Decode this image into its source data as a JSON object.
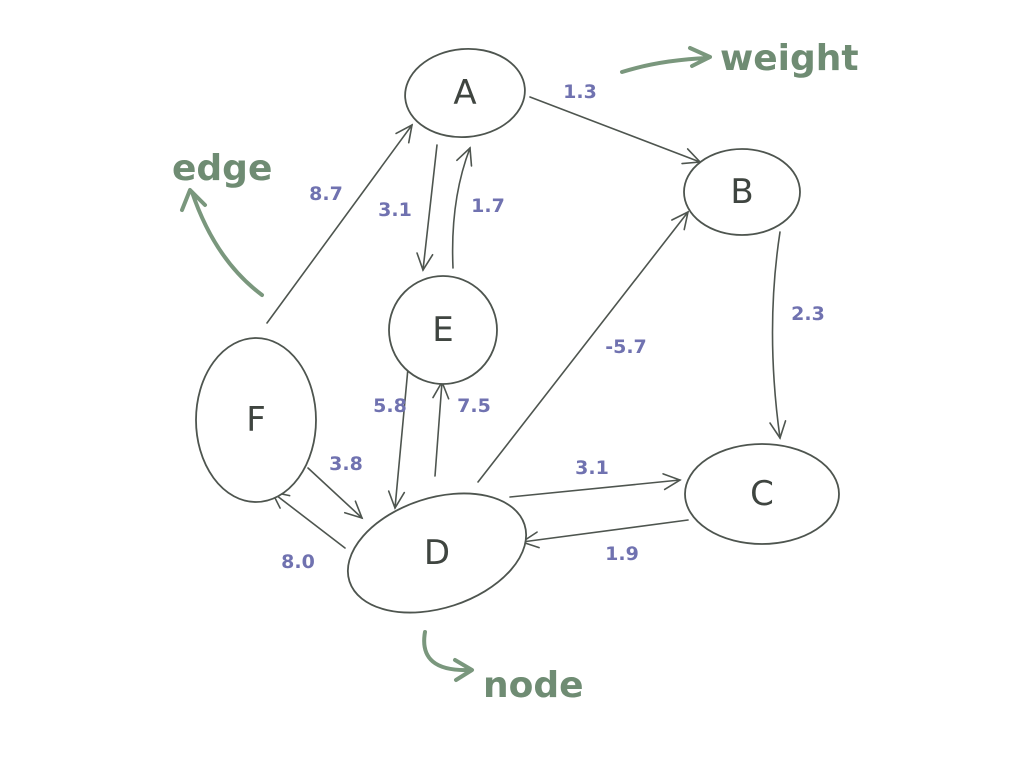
{
  "nodes": [
    {
      "id": "A",
      "label": "A"
    },
    {
      "id": "B",
      "label": "B"
    },
    {
      "id": "C",
      "label": "C"
    },
    {
      "id": "D",
      "label": "D"
    },
    {
      "id": "E",
      "label": "E"
    },
    {
      "id": "F",
      "label": "F"
    }
  ],
  "edges": [
    {
      "from": "A",
      "to": "B",
      "weight": "1.3"
    },
    {
      "from": "B",
      "to": "C",
      "weight": "2.3"
    },
    {
      "from": "C",
      "to": "D",
      "weight": "1.9"
    },
    {
      "from": "D",
      "to": "C",
      "weight": "3.1"
    },
    {
      "from": "D",
      "to": "B",
      "weight": "-5.7"
    },
    {
      "from": "A",
      "to": "E",
      "weight": "3.1"
    },
    {
      "from": "E",
      "to": "A",
      "weight": "1.7"
    },
    {
      "from": "E",
      "to": "D",
      "weight": "5.8"
    },
    {
      "from": "D",
      "to": "E",
      "weight": "7.5"
    },
    {
      "from": "F",
      "to": "D",
      "weight": "3.8"
    },
    {
      "from": "D",
      "to": "F",
      "weight": "8.0"
    },
    {
      "from": "F",
      "to": "A",
      "weight": "8.7"
    }
  ],
  "annotations": {
    "weight": "weight",
    "edge": "edge",
    "node": "node"
  },
  "colors": {
    "stroke": "#4e554f",
    "weight_text": "#7072b0",
    "annotation": "#6f8c73"
  }
}
